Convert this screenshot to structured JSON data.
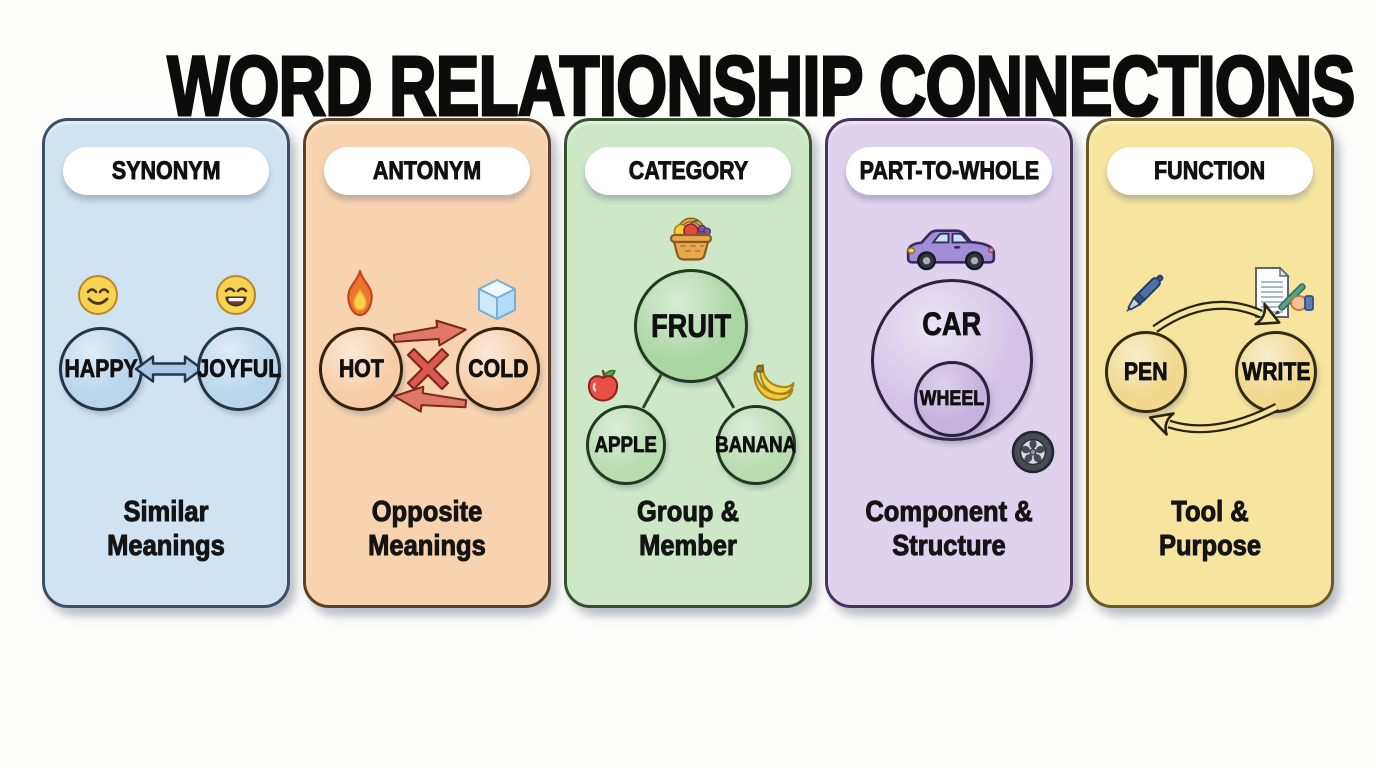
{
  "title": "WORD RELATIONSHIP CONNECTIONS",
  "cards": [
    {
      "label": "SYNONYM",
      "caption_line1": "Similar",
      "caption_line2": "Meanings",
      "node_left": "HAPPY",
      "node_right": "JOYFUL",
      "icon_left": "smiling-face",
      "icon_right": "laughing-face",
      "relation_symbol": "double-headed-arrow",
      "colors": {
        "bg": "#cfe3f2",
        "border": "#3c4f66",
        "node_bg": "#b9d6ec",
        "node_border": "#22354a",
        "accent": "#a9c9e6",
        "accent_border": "#22354a"
      }
    },
    {
      "label": "ANTONYM",
      "caption_line1": "Opposite",
      "caption_line2": "Meanings",
      "node_left": "HOT",
      "node_right": "COLD",
      "icon_left": "fire",
      "icon_right": "ice-cube",
      "relation_symbol": "crossed-x-with-opposing-arrows",
      "colors": {
        "bg": "#f8d3b0",
        "border": "#5c4026",
        "node_bg": "#f6cda7",
        "node_border": "#33220f",
        "accent": "#e0786a",
        "accent_border": "#7c261d"
      }
    },
    {
      "label": "CATEGORY",
      "caption_line1": "Group &",
      "caption_line2": "Member",
      "node_top": "FRUIT",
      "node_left": "APPLE",
      "node_right": "BANANA",
      "icon_top": "fruit-basket",
      "icon_left": "apple",
      "icon_right": "banana",
      "relation_symbol": "tree-connectors",
      "colors": {
        "bg": "#cde8c7",
        "border": "#35522f",
        "node_bg": "#a9d6a2",
        "node_bg_small": "#b8ddb1",
        "node_border": "#1f3a1c",
        "accent": "#2a4527"
      }
    },
    {
      "label": "PART-TO-WHOLE",
      "caption_line1": "Component &",
      "caption_line2": "Structure",
      "node_outer": "CAR",
      "node_inner": "WHEEL",
      "icon_top": "car",
      "icon_bottom": "tire",
      "relation_symbol": "nested-circles",
      "colors": {
        "bg": "#ded2ef",
        "border": "#46335f",
        "node_bg": "#d2c3e7",
        "node_bg_inner": "#c5b2de",
        "node_border": "#2d2045"
      }
    },
    {
      "label": "FUNCTION",
      "caption_line1": "Tool &",
      "caption_line2": "Purpose",
      "node_left": "PEN",
      "node_right": "WRITE",
      "icon_left": "pen",
      "icon_right": "writing-hand-on-paper",
      "relation_symbol": "cycle-arrows",
      "colors": {
        "bg": "#f6e49f",
        "border": "#6b5a28",
        "node_bg": "#f1d88d",
        "node_border": "#332b10",
        "accent": "#2b2410"
      }
    }
  ]
}
